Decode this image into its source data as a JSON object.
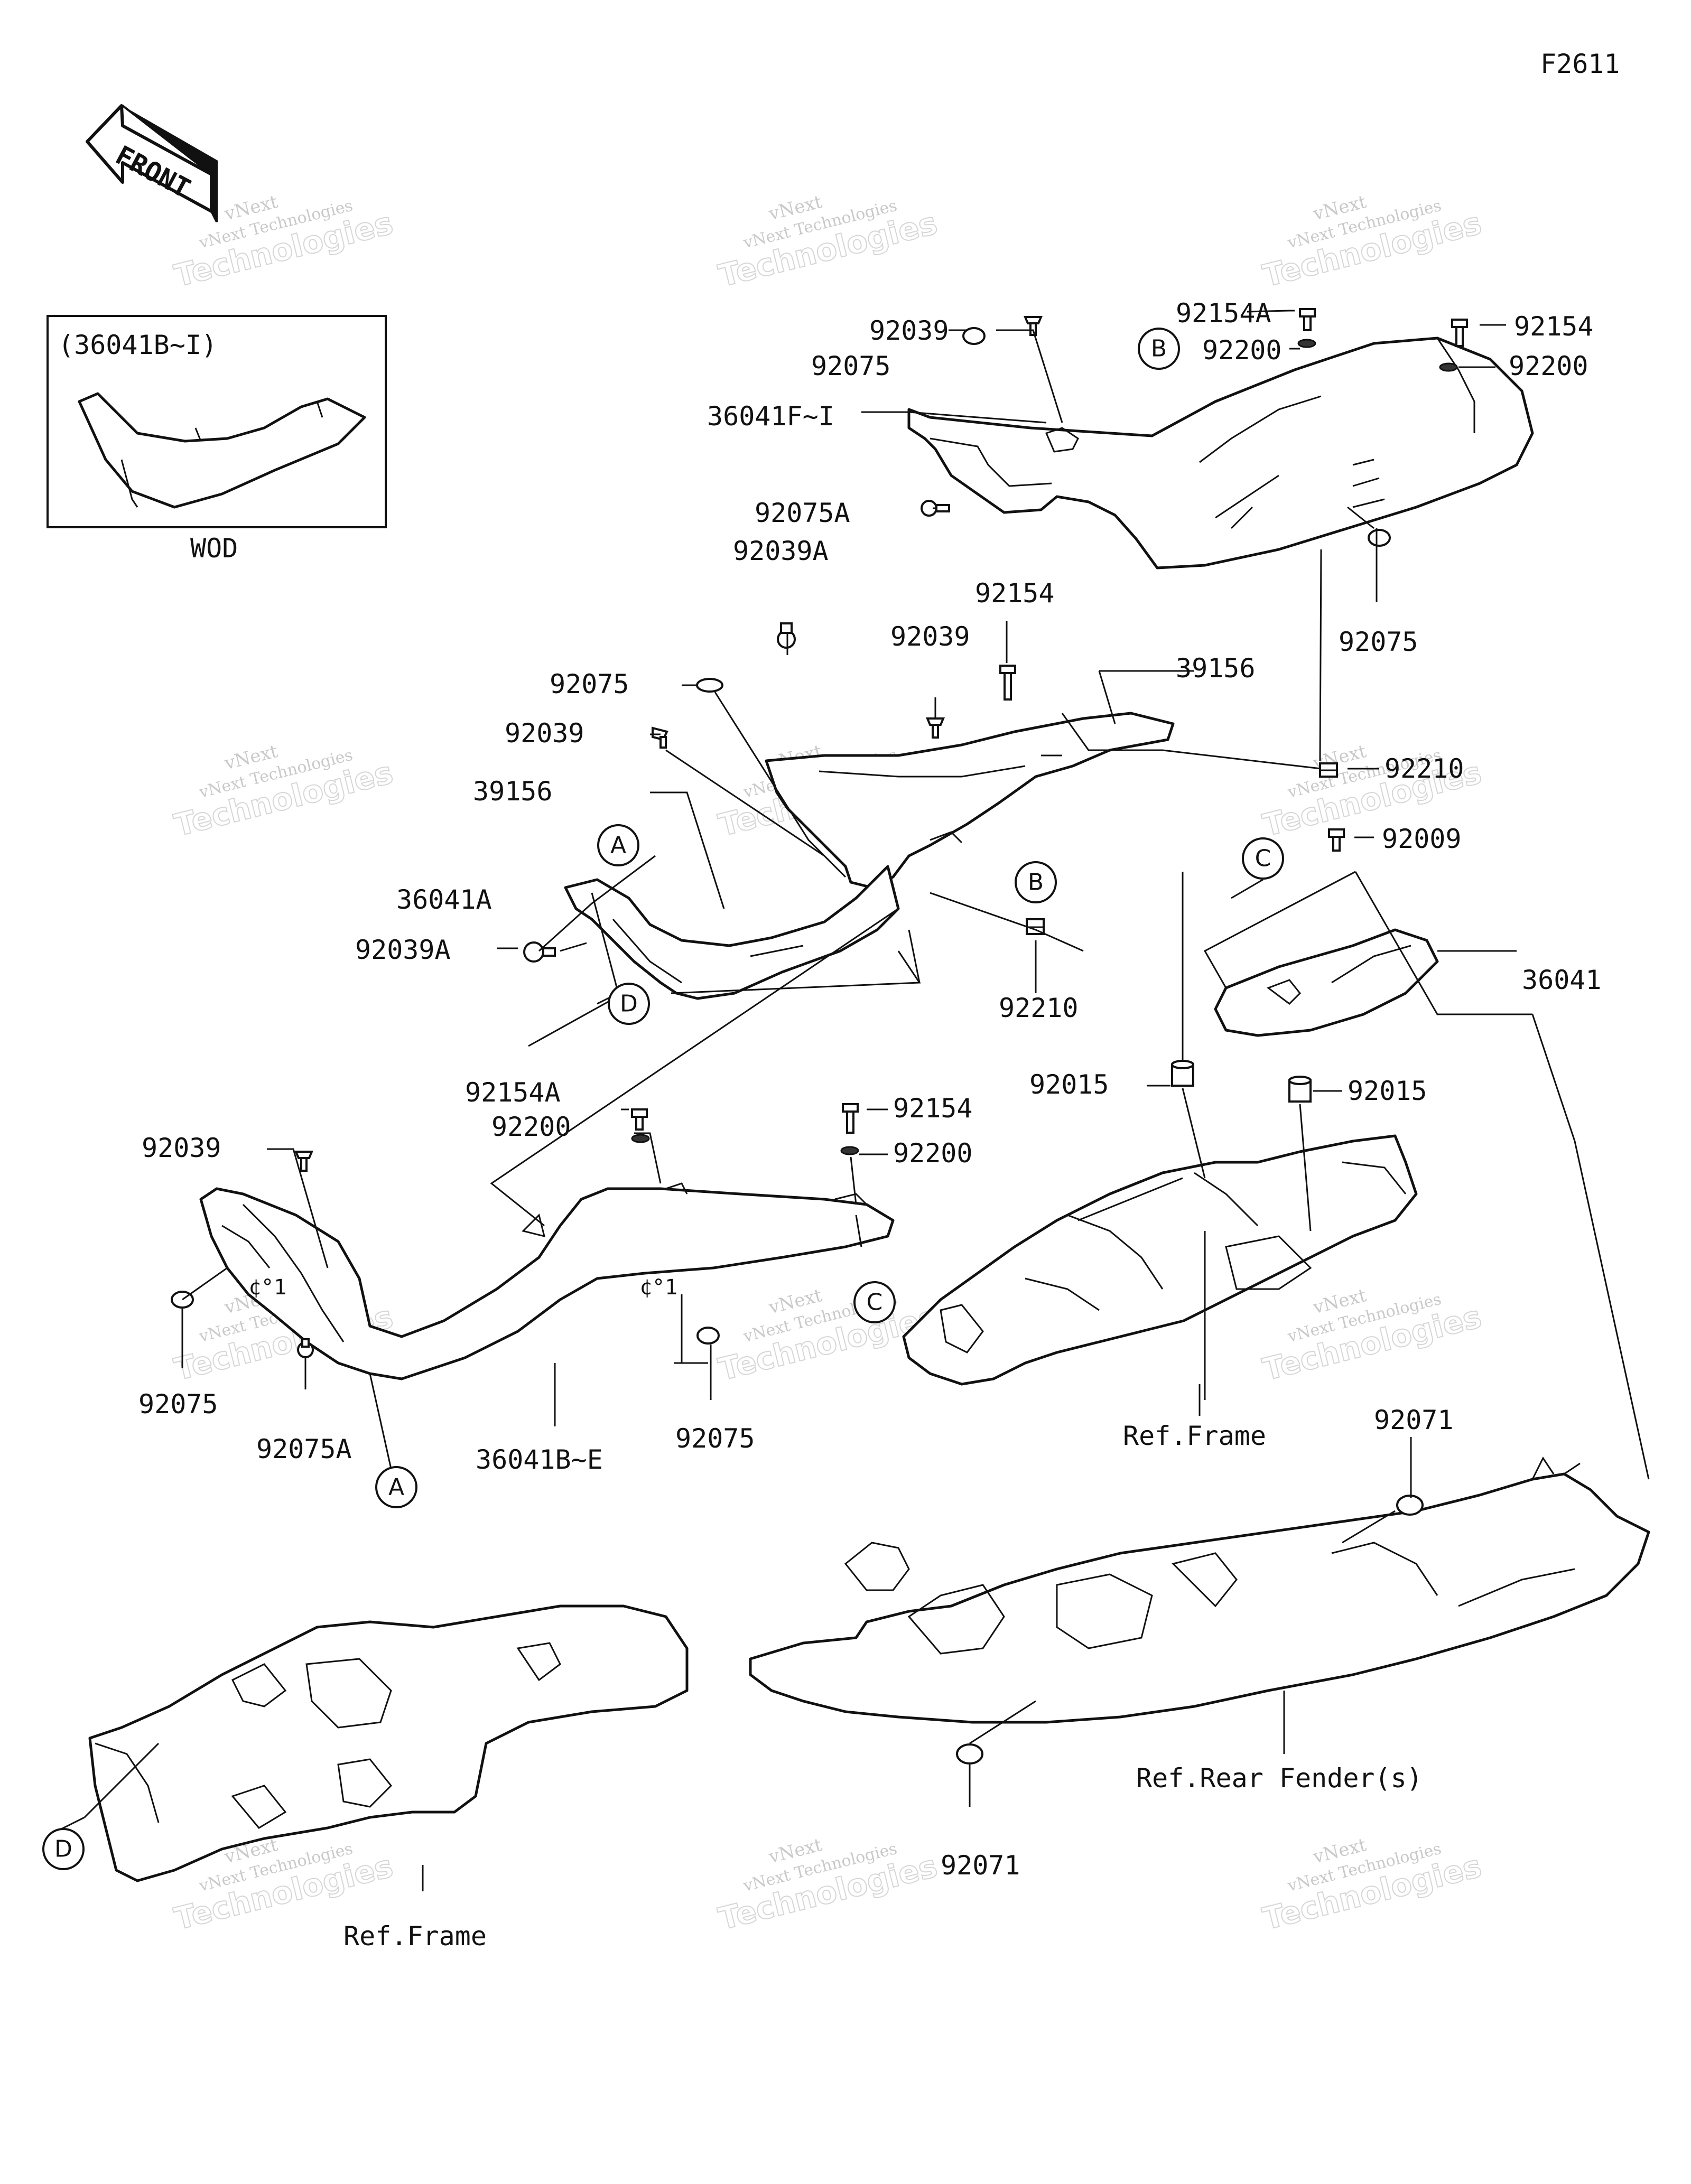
{
  "diagram_code": "F2611",
  "front_arrow_label": "FRONT",
  "inset": {
    "title": "(36041B~I)",
    "caption": "WOD"
  },
  "watermark": {
    "line1": "vNext",
    "line2": "vNext Technologies",
    "line3": "Technologies"
  },
  "callouts": {
    "A": "A",
    "B": "B",
    "C": "C",
    "D": "D"
  },
  "labels": {
    "p92039_top": "92039",
    "p92075_top": "92075",
    "p36041F_I": "36041F~I",
    "p92075A_top": "92075A",
    "p92039A_top": "92039A",
    "p92154A_top": "92154A",
    "p92200_tl": "92200",
    "p92154_tr": "92154",
    "p92200_tr": "92200",
    "p92075_right": "92075",
    "p92154_mid": "92154",
    "p92039_mid": "92039",
    "p39156_right": "39156",
    "p92075_mid": "92075",
    "p92039_left": "92039",
    "p39156_left": "39156",
    "p92210_right": "92210",
    "p92009": "92009",
    "p36041A": "36041A",
    "p92039A_left": "92039A",
    "p92210_mid": "92210",
    "p36041": "36041",
    "p92154A_mid": "92154A",
    "p92200_mid": "92200",
    "p92154_low": "92154",
    "p92200_low": "92200",
    "p92015_left": "92015",
    "p92015_right": "92015",
    "p92039_low": "92039",
    "p92075_lowleft": "92075",
    "p92075A_low": "92075A",
    "p36041B_E": "36041B~E",
    "p92075_lowmid": "92075",
    "ref_frame_upper": "Ref.Frame",
    "p92071_top": "92071",
    "ref_rear_fender": "Ref.Rear Fender(s)",
    "p92071_bottom": "92071",
    "ref_frame_lower": "Ref.Frame",
    "star1_a": "¢°1",
    "star1_b": "¢°1"
  }
}
